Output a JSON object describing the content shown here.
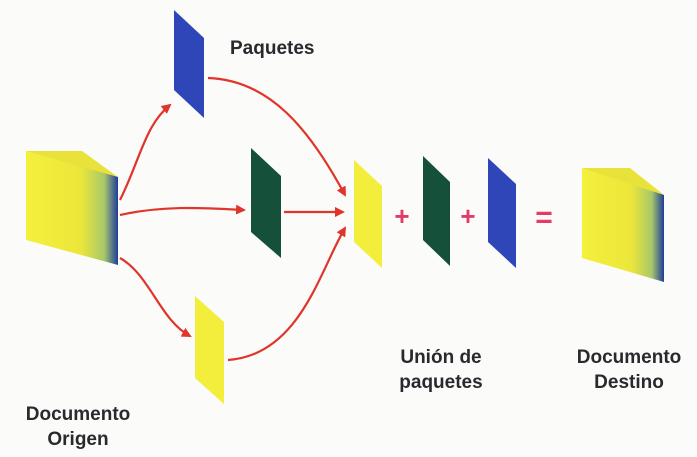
{
  "labels": {
    "packets": "Paquetes",
    "origin_line1": "Documento",
    "origin_line2": "Origen",
    "union_line1": "Unión de",
    "union_line2": "paquetes",
    "destination_line1": "Documento",
    "destination_line2": "Destino"
  },
  "operators": {
    "plus": "+",
    "equals": "="
  },
  "colors": {
    "document_yellow": "#f2ee3a",
    "document_blue": "#2b3a9a",
    "packet_blue": "#2e46b8",
    "packet_green": "#15503a",
    "packet_yellow": "#f3ee3c",
    "arrow_red": "#e0352b",
    "operator_pink": "#e23b6a",
    "text": "#2a2a2e"
  }
}
